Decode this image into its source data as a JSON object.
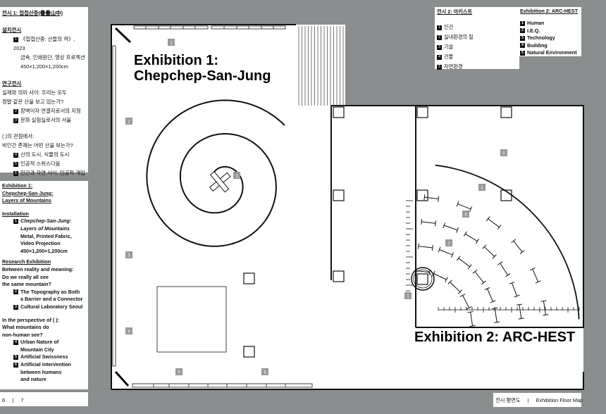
{
  "left_ko": {
    "title": "전시 1: 첩첩산중(疊疊山中)",
    "installation_heading": "설치전시",
    "installation_items": [
      {
        "num": "1",
        "lines": [
          "《첩첩산중: 산들의 켜》, 2023",
          "금속, 인쇄원단, 영상 프로젝션",
          "450×1,200×1,200cm"
        ]
      }
    ],
    "research_heading": "연구전시",
    "research_q1": [
      "실재와 의미 사이: 우리는 모두",
      "정말 같은 산을 보고 있는가?"
    ],
    "research_items1": [
      {
        "num": "2",
        "label": "장벽이자 연결자로서의 지형"
      },
      {
        "num": "3",
        "label": "문화 실험실로서의 서울"
      }
    ],
    "research_q2": [
      "(   )의 관점에서:",
      "비인간 존재는 어떤 산을 보는가?"
    ],
    "research_items2": [
      {
        "num": "4",
        "label": "산의 도시, 식물의 도시"
      },
      {
        "num": "5",
        "label": "인공적 스위스다움"
      },
      {
        "num": "6",
        "label": "인간과 자연 사이, 인공적 개입"
      }
    ]
  },
  "left_en": {
    "title": [
      "Exhibition 1:",
      "Chepchep-San-Jung:",
      "Layers of Mountains"
    ],
    "installation_heading": "Installation",
    "installation_item": {
      "num": "1",
      "title": [
        "Chepchep-San-Jung:",
        "Layers of Mountains"
      ],
      "details": [
        "Metal, Printed Fabric,",
        "Video Projection",
        "450×1,200×1,200cm"
      ]
    },
    "research_heading": "Research Exhibition",
    "research_q1": [
      "Between reality and meaning:",
      "Do we really all see",
      "the same mountain?"
    ],
    "research_items1": [
      {
        "num": "2",
        "lines": [
          "The Topography as Both",
          "a Barrier and a Connector"
        ]
      },
      {
        "num": "3",
        "lines": [
          "Cultural Laboratory Seoul"
        ]
      }
    ],
    "research_q2": [
      "In the perspective of (   ):",
      "What mountains do",
      "non-human see?"
    ],
    "research_items2": [
      {
        "num": "4",
        "lines": [
          "Urban Nature of",
          "Mountain City"
        ]
      },
      {
        "num": "5",
        "lines": [
          "Artificial Swissness"
        ]
      },
      {
        "num": "6",
        "lines": [
          "Artificial intervention",
          "between humans",
          "and nature"
        ]
      }
    ]
  },
  "page_numbers": {
    "left": "6",
    "sep": "|",
    "right": "7"
  },
  "right_ko": {
    "title": "전시 2: 아키스트",
    "items": [
      {
        "num": "1",
        "label": "인간"
      },
      {
        "num": "2",
        "label": "실내환경의 질"
      },
      {
        "num": "3",
        "label": "기술"
      },
      {
        "num": "4",
        "label": "건물"
      },
      {
        "num": "5",
        "label": "자연환경"
      }
    ]
  },
  "right_en": {
    "title": "Exhibition 2: ARC-HEST",
    "items": [
      {
        "num": "1",
        "label": "Human"
      },
      {
        "num": "2",
        "label": "I.E.Q."
      },
      {
        "num": "3",
        "label": "Technology"
      },
      {
        "num": "4",
        "label": "Building"
      },
      {
        "num": "5",
        "label": "Natural Environment"
      }
    ]
  },
  "footer": {
    "ko": "전시 평면도",
    "sep": "|",
    "en": "Exhibition Floor Map"
  },
  "map": {
    "ex1_title": [
      "Exhibition 1:",
      "Chepchep-San-Jung"
    ],
    "ex2_title": "Exhibition 2: ARC-HEST",
    "ex1_markers": [
      "1",
      "2",
      "3",
      "4",
      "5",
      "6",
      "1"
    ],
    "ex2_markers": [
      "1",
      "2",
      "3",
      "4",
      "5"
    ]
  }
}
